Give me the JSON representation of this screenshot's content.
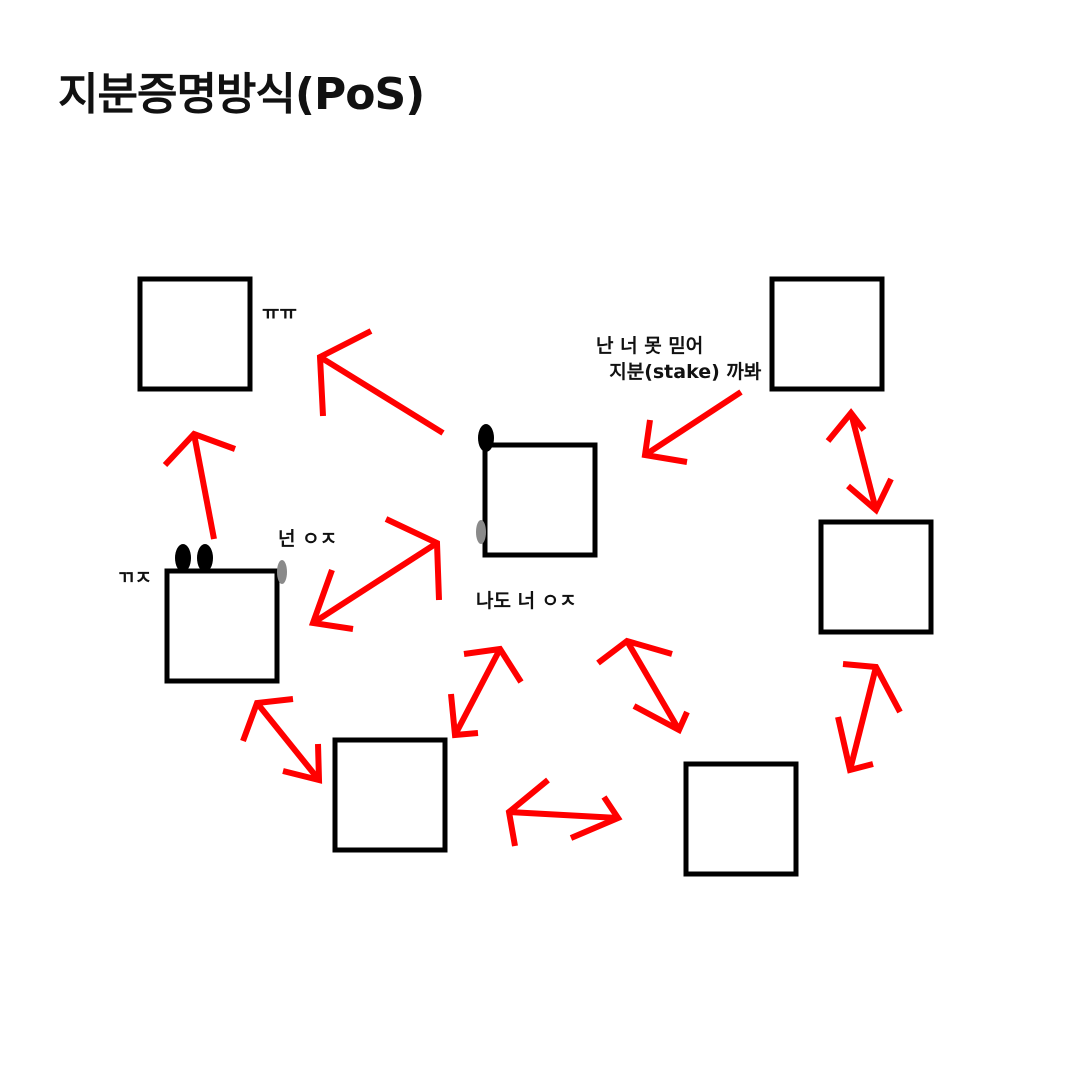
{
  "title": "지분증명방식(PoS)",
  "colors": {
    "node_border": "#000000",
    "arrow": "#ff0000",
    "background": "#ffffff",
    "text": "#111111"
  },
  "nodes": [
    {
      "id": "node-top-left"
    },
    {
      "id": "node-top-right"
    },
    {
      "id": "node-center"
    },
    {
      "id": "node-left-middle"
    },
    {
      "id": "node-right-middle"
    },
    {
      "id": "node-bottom-left"
    },
    {
      "id": "node-bottom-right"
    }
  ],
  "labels": {
    "top_left_reaction": "ㅠㅠ",
    "top_right_speech": "난 너 못 믿어\n  지분(stake) 까봐",
    "left_middle_remark": "넌 ㅇㅈ",
    "left_middle_side": "ㄲㅈ",
    "center_remark": "나도 너 ㅇㅈ"
  }
}
